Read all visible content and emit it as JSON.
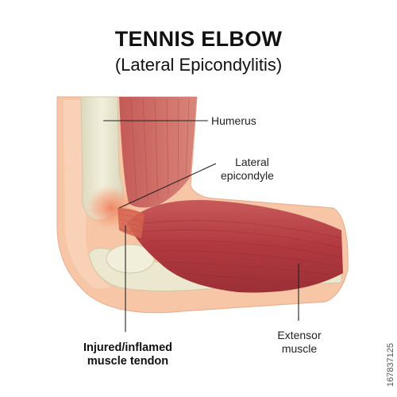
{
  "title": "TENNIS ELBOW",
  "subtitle": "(Lateral Epicondylitis)",
  "labels": {
    "humerus": "Humerus",
    "lateral_epicondyle_line1": "Lateral",
    "lateral_epicondyle_line2": "epicondyle",
    "extensor_line1": "Extensor",
    "extensor_line2": "muscle",
    "injured_line1": "Injured/inflamed",
    "injured_line2": "muscle tendon"
  },
  "image_id": "167837125",
  "colors": {
    "skin": "#f6c6a6",
    "bone": "#ede9d2",
    "muscle": "#b9454a",
    "inflammation": "#f4a07a"
  }
}
